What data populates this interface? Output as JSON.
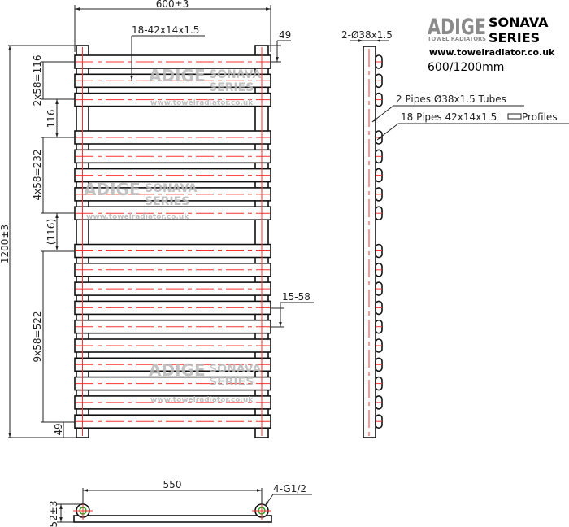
{
  "logo": {
    "brand": "ADIGE",
    "brand_sub": "TOWEL RADIATORS",
    "series_line1": "SONAVA",
    "series_line2": "SERIES",
    "website": "www.towelradiator.co.uk",
    "size": "600/1200mm"
  },
  "watermark": {
    "brand": "ADIGE",
    "line1": "SONAVA",
    "line2": "SERIES",
    "website": "www.towelradiator.co.uk"
  },
  "front_view": {
    "width_dim": "600±3",
    "height_dim": "1200±3",
    "profile_callout": "18-42x14x1.5",
    "top_offset_dim": "49",
    "bottom_offset_dim": "49",
    "pitch_callout": "15-58",
    "group_dims": [
      "2x58=116",
      "116",
      "4x58=232",
      "(116)",
      "9x58=522"
    ],
    "bar_groups": [
      3,
      5,
      10
    ]
  },
  "side_view": {
    "tube_dim": "2-Ø38x1.5",
    "pipes_note": "2 Pipes Ø38x1.5 Tubes",
    "profiles_note_a": "18 Pipes 42x14x1.5",
    "profiles_note_b": "Profiles"
  },
  "bottom_view": {
    "centers_dim": "550",
    "depth_dim": "52±3",
    "connections": "4-G1/2"
  },
  "colors": {
    "centerline": "#ff3030",
    "outline": "#111111",
    "connection": "#22aa22"
  }
}
